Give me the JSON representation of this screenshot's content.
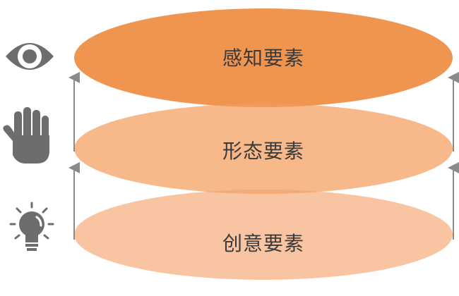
{
  "layers": [
    {
      "label": "感知要素",
      "icon": "eye-icon",
      "color": "#ef9550"
    },
    {
      "label": "形态要素",
      "icon": "hand-icon",
      "color": "#f7b98a"
    },
    {
      "label": "创意要素",
      "icon": "lightbulb-icon",
      "color": "#f9c4a1"
    }
  ],
  "colors": {
    "top_layer": "#ef9550",
    "middle_layer": "#f7b98a",
    "bottom_layer": "#f9c4a1",
    "overlap_shade": "#ee9b5e",
    "icon_gray": "#6d6d6d",
    "arrow_gray": "#8a8a8a",
    "label_text": "#3a3a3a"
  }
}
